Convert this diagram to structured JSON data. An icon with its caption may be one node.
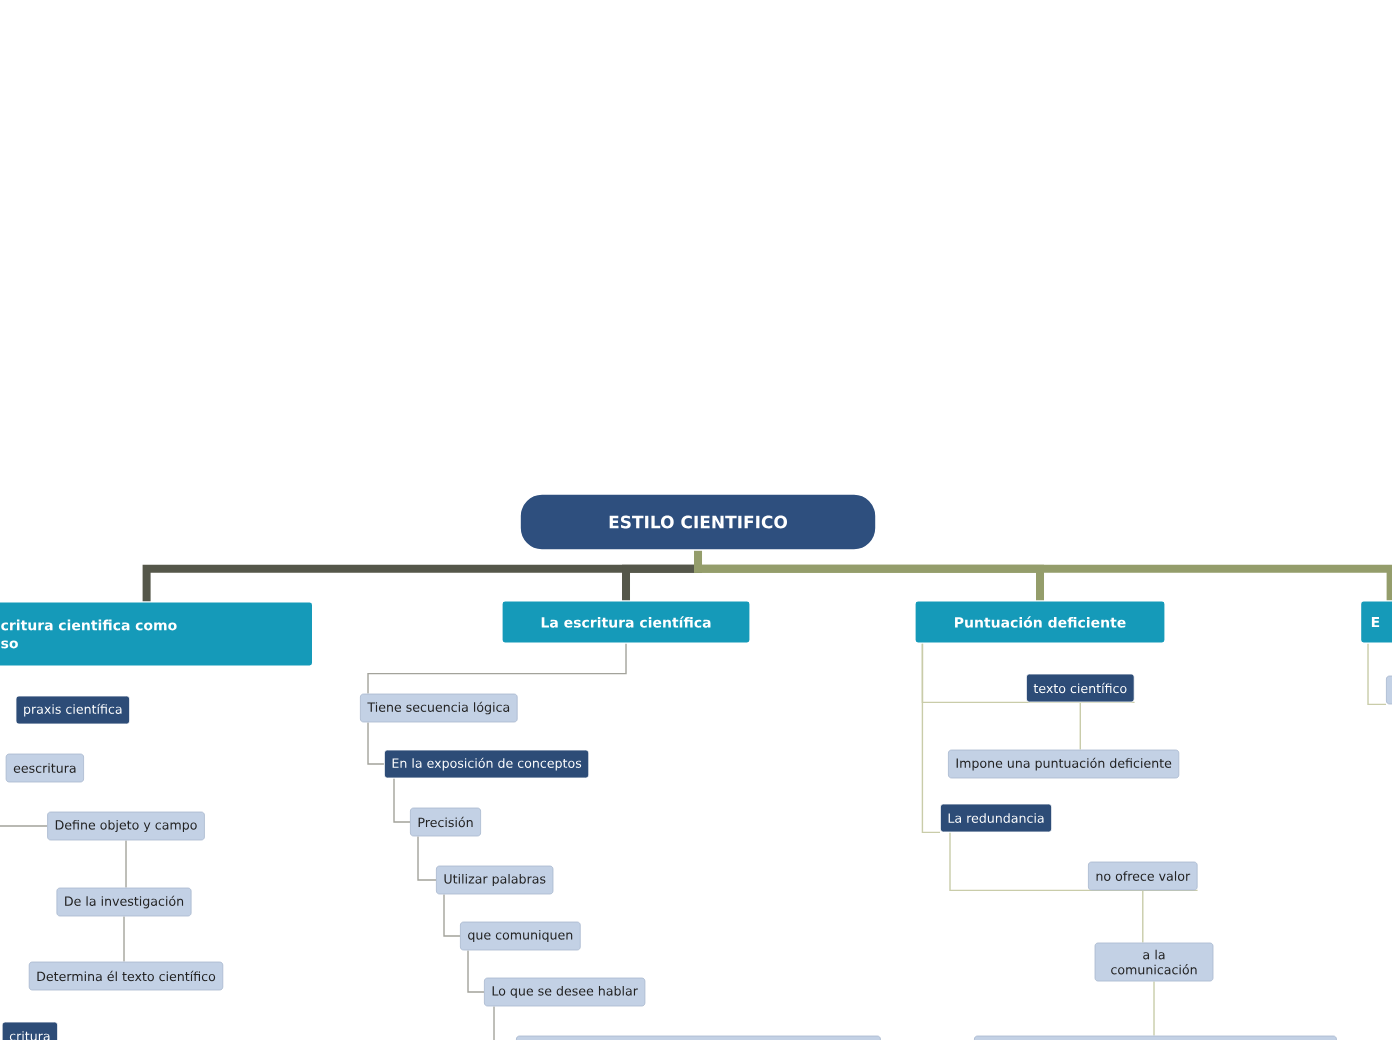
{
  "diagram": {
    "nodes": [
      {
        "text": [
          "ESTILO CIENTIFICO"
        ]
      },
      {
        "text": [
          "critura cientifica como so"
        ]
      },
      {
        "text": [
          "La escritura científica"
        ]
      },
      {
        "text": [
          "Puntuación deficiente"
        ]
      },
      {
        "text": [
          "E"
        ]
      },
      {
        "text": [],
        "shape": "box"
      },
      {
        "text": [
          "praxis científica"
        ]
      },
      {
        "text": [
          "eescritura"
        ]
      },
      {
        "text": [
          "Define objeto y campo"
        ]
      },
      {
        "text": [
          "De la investigación"
        ]
      },
      {
        "text": [
          "Determina él texto científico"
        ]
      },
      {
        "text": [
          "critura"
        ]
      },
      {
        "text": [
          "Tiene secuencia lógica"
        ]
      },
      {
        "text": [
          "En la exposición de conceptos"
        ]
      },
      {
        "text": [
          "Precisión"
        ]
      },
      {
        "text": [
          "Utilizar palabras"
        ]
      },
      {
        "text": [
          "que comuniquen"
        ]
      },
      {
        "text": [
          "Lo que se desee hablar"
        ]
      },
      {
        "text": [],
        "shape": "box"
      },
      {
        "text": [
          "texto científico"
        ]
      },
      {
        "text": [
          "Impone una puntuación deficiente"
        ]
      },
      {
        "text": [
          "La redundancia"
        ]
      },
      {
        "text": [
          "no ofrece valor"
        ]
      },
      {
        "text": [
          "a la comunicación"
        ]
      },
      {
        "text": [],
        "shape": "box"
      }
    ],
    "edges": [
      {
        "from": 0,
        "to": 1,
        "arrow": "none",
        "style": "thick",
        "color": "#55574a"
      },
      {
        "from": 0,
        "to": 2,
        "arrow": "none",
        "style": "thick",
        "color": "#55574a"
      },
      {
        "from": 0,
        "to": 3,
        "arrow": "none",
        "style": "thick",
        "color": "#949d6b"
      },
      {
        "from": 0,
        "to": 4,
        "arrow": "none",
        "style": "thick",
        "color": "#949d6b"
      },
      {
        "from": 1,
        "to": 8,
        "arrow": "none"
      },
      {
        "from": 8,
        "to": 9,
        "arrow": "none"
      },
      {
        "from": 9,
        "to": 10,
        "arrow": "none"
      },
      {
        "from": 2,
        "to": 12,
        "arrow": "none"
      },
      {
        "from": 12,
        "to": 13,
        "arrow": "none"
      },
      {
        "from": 13,
        "to": 14,
        "arrow": "none"
      },
      {
        "from": 14,
        "to": 15,
        "arrow": "none"
      },
      {
        "from": 15,
        "to": 16,
        "arrow": "none"
      },
      {
        "from": 16,
        "to": 17,
        "arrow": "none"
      },
      {
        "from": 17,
        "to": 18,
        "arrow": "none"
      },
      {
        "from": 3,
        "to": 19,
        "arrow": "none",
        "color": "#c9cca9"
      },
      {
        "from": 19,
        "to": 20,
        "arrow": "none",
        "color": "#c9cca9"
      },
      {
        "from": 3,
        "to": 21,
        "arrow": "none",
        "color": "#c9cca9"
      },
      {
        "from": 21,
        "to": 22,
        "arrow": "none",
        "color": "#c9cca9"
      },
      {
        "from": 22,
        "to": 23,
        "arrow": "none",
        "color": "#c9cca9"
      },
      {
        "from": 23,
        "to": 24,
        "arrow": "none",
        "color": "#c9cca9"
      },
      {
        "from": 4,
        "to": 5,
        "arrow": "none",
        "color": "#c9cca9"
      }
    ]
  }
}
